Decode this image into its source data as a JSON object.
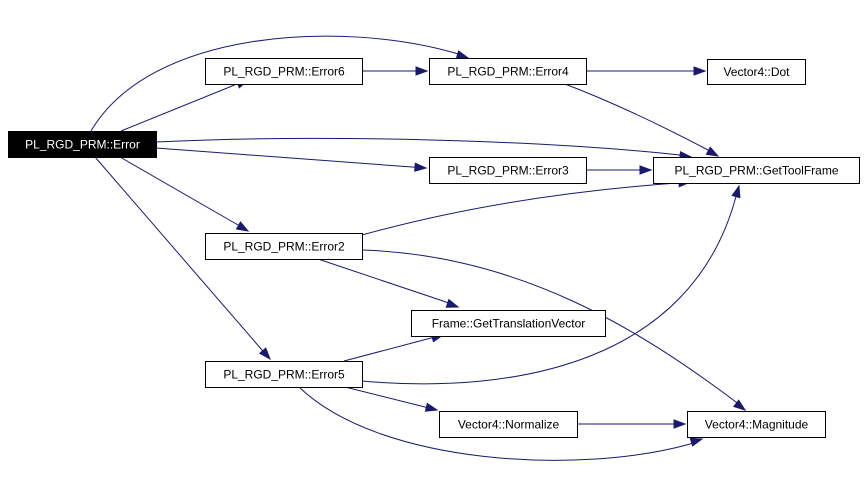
{
  "diagram": {
    "colors": {
      "edge": "#191970",
      "root_fill": "#000000",
      "root_text": "#ffffff",
      "node_fill": "#ffffff",
      "node_border": "#000000"
    },
    "nodes": [
      {
        "id": "error",
        "label": "PL_RGD_PRM::Error",
        "root": true
      },
      {
        "id": "error6",
        "label": "PL_RGD_PRM::Error6"
      },
      {
        "id": "error4",
        "label": "PL_RGD_PRM::Error4"
      },
      {
        "id": "dot",
        "label": "Vector4::Dot"
      },
      {
        "id": "error3",
        "label": "PL_RGD_PRM::Error3"
      },
      {
        "id": "gettool",
        "label": "PL_RGD_PRM::GetToolFrame"
      },
      {
        "id": "error2",
        "label": "PL_RGD_PRM::Error2"
      },
      {
        "id": "gettrans",
        "label": "Frame::GetTranslationVector"
      },
      {
        "id": "error5",
        "label": "PL_RGD_PRM::Error5"
      },
      {
        "id": "normalize",
        "label": "Vector4::Normalize"
      },
      {
        "id": "magnitude",
        "label": "Vector4::Magnitude"
      }
    ],
    "edges": [
      {
        "from": "error",
        "to": "error6"
      },
      {
        "from": "error",
        "to": "error4"
      },
      {
        "from": "error",
        "to": "gettool"
      },
      {
        "from": "error",
        "to": "error3"
      },
      {
        "from": "error",
        "to": "error2"
      },
      {
        "from": "error",
        "to": "error5"
      },
      {
        "from": "error6",
        "to": "error4"
      },
      {
        "from": "error4",
        "to": "dot"
      },
      {
        "from": "error4",
        "to": "gettool"
      },
      {
        "from": "error3",
        "to": "gettool"
      },
      {
        "from": "error2",
        "to": "gettool"
      },
      {
        "from": "error2",
        "to": "gettrans"
      },
      {
        "from": "error2",
        "to": "magnitude"
      },
      {
        "from": "error5",
        "to": "gettrans"
      },
      {
        "from": "error5",
        "to": "gettool"
      },
      {
        "from": "error5",
        "to": "normalize"
      },
      {
        "from": "error5",
        "to": "magnitude"
      },
      {
        "from": "normalize",
        "to": "magnitude"
      }
    ]
  }
}
